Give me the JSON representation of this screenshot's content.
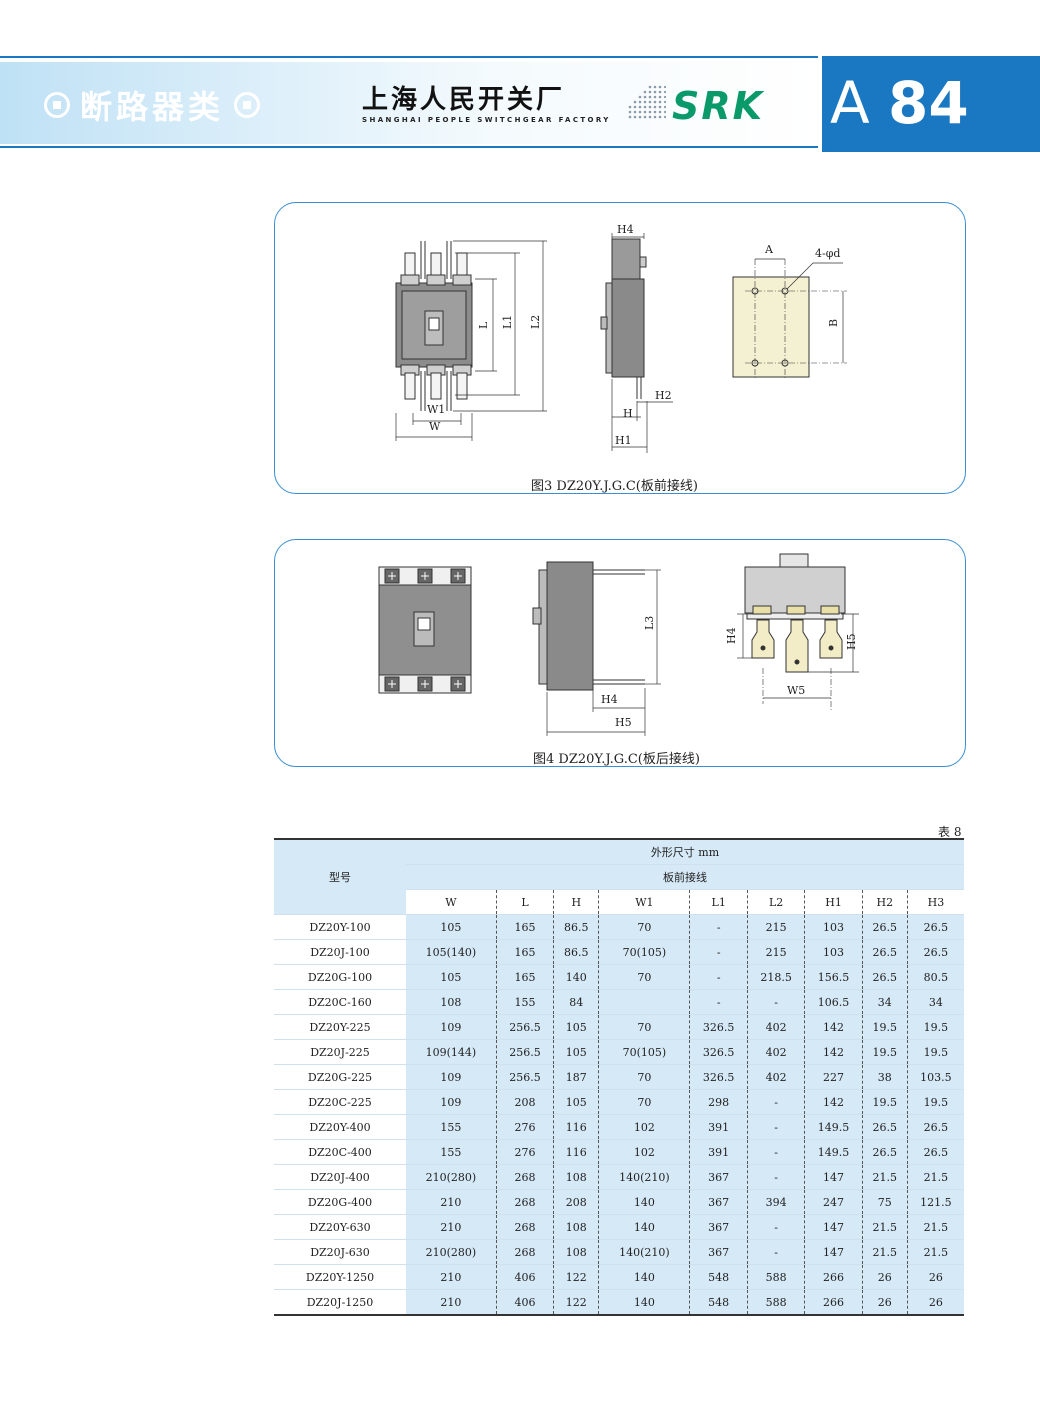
{
  "header": {
    "category": "断路器类",
    "company_cn": "上海人民开关厂",
    "company_en": "SHANGHAI PEOPLE SWITCHGEAR FACTORY",
    "brand": "SRK",
    "page_letter": "A",
    "page_number": "84"
  },
  "fig3": {
    "caption": "图3  DZ20Y.J.G.C(板前接线)",
    "labels": {
      "L": "L",
      "L1": "L1",
      "L2": "L2",
      "W1": "W1",
      "W": "W",
      "H4": "H4",
      "H2": "H2",
      "H": "H",
      "H1": "H1",
      "A": "A",
      "holes": "4-φd",
      "B": "B"
    }
  },
  "fig4": {
    "caption": "图4  DZ20Y.J.G.C(板后接线)",
    "labels": {
      "L3": "L3",
      "H4a": "H4",
      "H5a": "H5",
      "H4b": "H4",
      "H5b": "H5",
      "W5": "W5"
    }
  },
  "table": {
    "number": "表 8",
    "model_header": "型号",
    "group_header": "外形尺寸 mm",
    "sub_header": "板前接线",
    "columns": [
      "W",
      "L",
      "H",
      "W1",
      "L1",
      "L2",
      "H1",
      "H2",
      "H3"
    ],
    "rows": [
      {
        "model": "DZ20Y-100",
        "values": [
          "105",
          "165",
          "86.5",
          "70",
          "-",
          "215",
          "103",
          "26.5",
          "26.5"
        ]
      },
      {
        "model": "DZ20J-100",
        "values": [
          "105(140)",
          "165",
          "86.5",
          "70(105)",
          "-",
          "215",
          "103",
          "26.5",
          "26.5"
        ]
      },
      {
        "model": "DZ20G-100",
        "values": [
          "105",
          "165",
          "140",
          "70",
          "-",
          "218.5",
          "156.5",
          "26.5",
          "80.5"
        ]
      },
      {
        "model": "DZ20C-160",
        "values": [
          "108",
          "155",
          "84",
          "",
          "-",
          "-",
          "106.5",
          "34",
          "34"
        ]
      },
      {
        "model": "DZ20Y-225",
        "values": [
          "109",
          "256.5",
          "105",
          "70",
          "326.5",
          "402",
          "142",
          "19.5",
          "19.5"
        ]
      },
      {
        "model": "DZ20J-225",
        "values": [
          "109(144)",
          "256.5",
          "105",
          "70(105)",
          "326.5",
          "402",
          "142",
          "19.5",
          "19.5"
        ]
      },
      {
        "model": "DZ20G-225",
        "values": [
          "109",
          "256.5",
          "187",
          "70",
          "326.5",
          "402",
          "227",
          "38",
          "103.5"
        ]
      },
      {
        "model": "DZ20C-225",
        "values": [
          "109",
          "208",
          "105",
          "70",
          "298",
          "-",
          "142",
          "19.5",
          "19.5"
        ]
      },
      {
        "model": "DZ20Y-400",
        "values": [
          "155",
          "276",
          "116",
          "102",
          "391",
          "-",
          "149.5",
          "26.5",
          "26.5"
        ]
      },
      {
        "model": "DZ20C-400",
        "values": [
          "155",
          "276",
          "116",
          "102",
          "391",
          "-",
          "149.5",
          "26.5",
          "26.5"
        ]
      },
      {
        "model": "DZ20J-400",
        "values": [
          "210(280)",
          "268",
          "108",
          "140(210)",
          "367",
          "-",
          "147",
          "21.5",
          "21.5"
        ]
      },
      {
        "model": "DZ20G-400",
        "values": [
          "210",
          "268",
          "208",
          "140",
          "367",
          "394",
          "247",
          "75",
          "121.5"
        ]
      },
      {
        "model": "DZ20Y-630",
        "values": [
          "210",
          "268",
          "108",
          "140",
          "367",
          "-",
          "147",
          "21.5",
          "21.5"
        ]
      },
      {
        "model": "DZ20J-630",
        "values": [
          "210(280)",
          "268",
          "108",
          "140(210)",
          "367",
          "-",
          "147",
          "21.5",
          "21.5"
        ]
      },
      {
        "model": "DZ20Y-1250",
        "values": [
          "210",
          "406",
          "122",
          "140",
          "548",
          "588",
          "266",
          "26",
          "26"
        ]
      },
      {
        "model": "DZ20J-1250",
        "values": [
          "210",
          "406",
          "122",
          "140",
          "548",
          "588",
          "266",
          "26",
          "26"
        ]
      }
    ]
  }
}
